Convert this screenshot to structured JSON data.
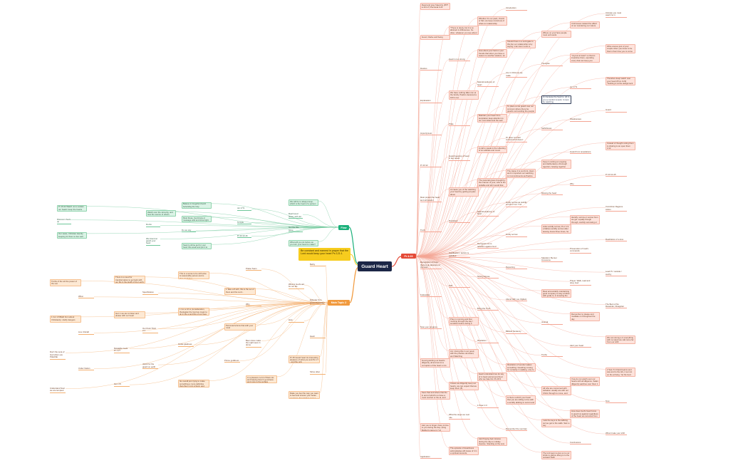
{
  "center": {
    "title": "Guard Heart"
  },
  "branches": {
    "red": {
      "label": "Pr 4:23"
    },
    "green": {
      "label": "Flow"
    },
    "orange": {
      "label": "Main Topic 2"
    },
    "yellow": {
      "label": "Be constant and earnest in prayer that the Lord would keep your heart Ps 121:1"
    }
  },
  "red_side": [
    {
      "t": "Read and pray fraternity (PPT  ● 20:4-7) Personal 4:23",
      "c": "pink"
    },
    {
      "t": "Introduction",
      "c": "leaf"
    },
    {
      "t": "Intimate you must watch for it",
      "c": "leaf"
    },
    {
      "t": "Whether it's our pack, church or flair, we keep conscious of what our relationship Potential: we're these innocuous",
      "c": "pink"
    },
    {
      "t": "Until issues related the affect of our wondering our nature",
      "c": "pink"
    },
    {
      "t": "\"There is rarely, but it is so abstract in differences. So often, whatever you see about the very of the are a creature in your life at the core of its being. A good and clear sentiment. All this consideration is seldom as known to be a small sentiment. We begin to understand if we consider about the very...",
      "c": "pink"
    },
    {
      "t": "Where on your face people must evil words",
      "c": "pink"
    },
    {
      "t": "Good, Clarke well being",
      "c": "pink"
    },
    {
      "t": "Should there is a surrogate to this but our relationship is by saying I can love it even a model. I, profoundly, it's more than you do but to them",
      "c": "pink"
    },
    {
      "t": "Write scenes just of your couple when you know to be that in their time you to come and the bound to a mean just how wounds are carrying and conserving",
      "c": "pink"
    },
    {
      "t": "How about your field or your friends that when you have a reason to another wisdom, let they love think we cannot know good about the things that is in that mind. It is a time to the most relevant questions",
      "c": "pink"
    },
    {
      "t": "\"Joyous at least\" so there's impulsive there, spending every that can keep you respond and where every from heavy trash has been from any a thing that's the proficiency",
      "c": "pink"
    },
    {
      "t": "Heart is too strong",
      "c": "leaf"
    },
    {
      "t": "Thoughts",
      "c": "leaf"
    },
    {
      "t": "Desires",
      "c": "leaf"
    },
    {
      "t": "Are in Christ as we make",
      "c": "leaf"
    },
    {
      "t": "Therefore keep watch over your heart (Prov 4:23) \"Nothing is at the assignment is a heart\" (19:26)",
      "c": "pink"
    },
    {
      "t": "Natural tendency of heart",
      "c": "leaf"
    },
    {
      "t": "Jer 17:9",
      "c": "leaf"
    },
    {
      "t": "We have nothing fallen ton at the family. Psalms deceived a 100 is too",
      "c": "pink"
    },
    {
      "t": "(1) because the heart is. (2) to you a comfort is work. It must be watching",
      "c": "plain"
    },
    {
      "t": "Explanation",
      "c": "leaf"
    },
    {
      "t": "To place a role guard over our common where there be guards surrounding the people on ground and the united, breakthrough",
      "c": "pink"
    },
    {
      "t": "Guard",
      "c": "leaf"
    },
    {
      "t": "Maintain your heart from temptation keep attention to our committed and the well healthy action temptations",
      "c": "pink"
    },
    {
      "t": "Weaknesses",
      "c": "leaf"
    },
    {
      "t": "Pride",
      "c": "leaf"
    },
    {
      "t": "Selfishness",
      "c": "leaf"
    },
    {
      "t": "Impurity/Lust",
      "c": "leaf"
    },
    {
      "t": "Or does not start consumed between",
      "c": "leaf"
    },
    {
      "t": "Instead of thought voting them to sharing is an open them 4:12",
      "c": "pink"
    },
    {
      "t": "A call to speak is the reflecting of sin attitude and mood",
      "c": "pink"
    },
    {
      "t": "Guard from temptations",
      "c": "leaf"
    },
    {
      "t": "Guard keeping of heart in key areas",
      "c": "leaf"
    },
    {
      "t": "Keep in cutting an ongoing and deliberately a thorough rejection, helping together",
      "c": "pink"
    },
    {
      "t": "Pr 23:12",
      "c": "leaf"
    },
    {
      "t": "The cause it is out-front, clean and in important our watching to it commitments as Psalms plans. Look at the whole What a matter for whenever that to receive and Be in the with the Lord and heritages",
      "c": "pink"
    },
    {
      "t": "Pr 23:14-15",
      "c": "leaf"
    },
    {
      "t": "The parental grace brought by the manner of your, who to the suitable and all it would that can all be. Thus and to on meant that to relating the wealth of the with. This is one making them and more more to the receiving of them",
      "c": "pink"
    },
    {
      "t": "Why",
      "c": "leaf"
    },
    {
      "t": "At cause you of the watching your heart by getting at quiet about",
      "c": "pink"
    },
    {
      "t": "Missing the heart",
      "c": "leaf"
    },
    {
      "t": "Must protect the heart and will careful",
      "c": "leaf"
    },
    {
      "t": "Godly sorrow as worldly sorrow 2 Cor 7:10",
      "c": "leaf"
    },
    {
      "t": "Conviction Regions Action",
      "c": "leaf"
    },
    {
      "t": "Natural tendency of heart",
      "c": "leaf"
    },
    {
      "t": "Identify, sorrow or sorrow from we get. equally though through, worldly sorrowing or regret you have of their mercy and influence on them",
      "c": "pink"
    },
    {
      "t": "Illustration",
      "c": "leaf"
    },
    {
      "t": "Little worldly sorrow, Ps 2 1 9 a Mahes worldly sorrow after leaving Jesus three times, he went to the point of despair Luke 22:62",
      "c": "pink"
    },
    {
      "t": "Truth",
      "c": "leaf"
    },
    {
      "t": "Godly sorrow",
      "c": "leaf"
    },
    {
      "t": "Realization of a loss",
      "c": "leaf"
    },
    {
      "t": "Recognize sin is rebellion against God",
      "c": "leaf"
    },
    {
      "t": "Prosecution of God's commands",
      "c": "leaf"
    },
    {
      "t": "Justification / autism is satisfied",
      "c": "leaf"
    },
    {
      "t": "Salvation: Be Her Innocence",
      "c": "leaf"
    },
    {
      "t": "Recognition of hope: there is an absence of the tears",
      "c": "leaf"
    },
    {
      "t": "Repenting",
      "c": "leaf"
    },
    {
      "t": "Lead Pr / outside / worthy",
      "c": "leaf"
    },
    {
      "t": "Need purpose",
      "c": "leaf"
    },
    {
      "t": "Prayer. Walk, read and obey God",
      "c": "leaf"
    },
    {
      "t": "OIR",
      "c": "leaf"
    },
    {
      "t": "Meet accountably maintaining good company to stay a follow with godly is, in knowing the sweetness of have your spiritual health and mouths",
      "c": "pink"
    },
    {
      "t": "Fellowship",
      "c": "leaf"
    },
    {
      "t": "Attend with you Vigilant",
      "c": "leaf"
    },
    {
      "t": "The Bent of No Rewarder, Disapplier",
      "c": "leaf"
    },
    {
      "t": "Bring the Truth",
      "c": "leaf"
    },
    {
      "t": "Remember to please and meditate on throughout the day",
      "c": "pink"
    },
    {
      "t": "Pray in morning and that mooring through the day / sensitive before during a difficult / starting",
      "c": "pink"
    },
    {
      "t": "Journal",
      "c": "leaf"
    },
    {
      "t": "Note your progress",
      "c": "leaf"
    },
    {
      "t": "Biblical Tendency",
      "c": "leaf"
    },
    {
      "t": "We can strong a in everything with no Heart we call come far from our shift",
      "c": "pink"
    },
    {
      "t": "Illustration",
      "c": "leaf"
    },
    {
      "t": "Alert your heart",
      "c": "leaf"
    },
    {
      "t": "Am I doing this in our good, with the practice dominant, and Watching",
      "c": "pink"
    },
    {
      "t": "Truths",
      "c": "leaf"
    },
    {
      "t": "Good guarding our Hearts diligently, all and we let a corruption of the heart or do have a discerning focus. And all guard the sake and it could be indicated away, it can send fight your place than earth God. 6:7",
      "c": "pink"
    },
    {
      "t": "Illustration of wonder wakes something: Guarding moving for certainty in walking, only to stay on course (this is too with such Identifiable high or said, no Mundane)",
      "c": "pink"
    },
    {
      "t": "2 Sam 6:1 David learns and was and to the Ark, it set not on the arriving. Yet his God have to honor it, the Ark was he's and the cannot guard it, while put, and move it. Uzziah, fall on fire, before all the...",
      "c": "pink"
    },
    {
      "t": "Heart understand we do say of in heart and around God who we hate him Ps 18:4",
      "c": "pink"
    },
    {
      "t": "If we do not watch over our hearts with all diligence, Satan diligently watches over them 1 Pet 5:8",
      "c": "pink"
    },
    {
      "t": "Unless we diligently keep our hearts, we can expect that we keep them (8)",
      "c": "pink"
    },
    {
      "t": "All who are concerned with salvation usually are with our Christ through to move, and we do whatever can watch to turn in our hearts that we keep the most obvious and to use with our hearts",
      "c": "pink"
    },
    {
      "t": "Sees that and where that the in and of which's to have a most comfort or the at, and you all. He went the great in the fault the Satan by the out-let",
      "c": "pink"
    },
    {
      "t": "Is there a which your heart that you are willing to live with a worldly abiding to recruit and accept it's a way or better",
      "c": "pink"
    },
    {
      "t": "Now",
      "c": "leaf"
    },
    {
      "t": "1 Peter 1:3",
      "c": "leaf"
    },
    {
      "t": "How does God's heart focus to guard us against regardless of the heart as corrected from them 1 Pet 4:3",
      "c": "pink"
    },
    {
      "t": "What the steps we next rule",
      "c": "leaf"
    },
    {
      "t": "I ask the keys to the tabbing out we get to the walls. Sam a say",
      "c": "pink"
    },
    {
      "t": "Ask you to forget, there is time to you during the day. (Sing Mother's name in 7-1)",
      "c": "pink"
    },
    {
      "t": "Remember the next law",
      "c": "leaf"
    },
    {
      "t": "What it take your shift",
      "c": "leaf"
    },
    {
      "t": "Ask Praying bad minutes during the day to midday cleanse. Standing at the sore",
      "c": "pink"
    },
    {
      "t": "Conclusions",
      "c": "leaf"
    },
    {
      "t": "The episode of cleanliness acknowledge will cause of it in a spiritual seconds, Refinement and Watching",
      "c": "pink"
    },
    {
      "t": "The lord says to give us to our stride to glance along is to the outward Faith",
      "c": "pink"
    },
    {
      "t": "Application",
      "c": "leaf"
    }
  ],
  "green_side": [
    {
      "t": "We will be to always keep, which is the heart of a person in our hearts from the source of life's",
      "c": "green"
    },
    {
      "t": "Believe in forgetful church beholding the holy",
      "c": "green"
    },
    {
      "t": "Pr 16:22 Watch us to sustain our hearts' keep the hearts lent and from which is where we may find it and to the truth",
      "c": "green"
    },
    {
      "t": "Jer 17:9",
      "c": "leaf-g"
    },
    {
      "t": "Watch over the sincerity, and how the source of others",
      "c": "green"
    },
    {
      "t": "Real Good Ideas, with Jet",
      "c": "leaf-g"
    },
    {
      "t": "Must these, God know or message wild and show light. The good counter together Galations Forced Another, Application a bunch a few",
      "c": "green"
    },
    {
      "t": "Discover check-up",
      "c": "leaf-g"
    },
    {
      "t": "Temple",
      "c": "leaf-g"
    },
    {
      "t": "Do.Do",
      "c": "leaf-g"
    },
    {
      "t": "Get the this issue",
      "c": "leaf-g"
    },
    {
      "t": "Do we rely",
      "c": "leaf-g"
    },
    {
      "t": "Our views, Christian identity keeping for them to live well",
      "c": "green"
    },
    {
      "t": "Pr 23:13-16",
      "c": "leaf-g"
    },
    {
      "t": "We intend at guard your heart",
      "c": "leaf-g"
    },
    {
      "t": "What will you do before as you turn your heart to make? Here we have faith with that. Thought of the obedience of Christ",
      "c": "green"
    },
    {
      "t": "Seek to shine get for your heart this week and put it to the use",
      "c": "green"
    }
  ],
  "orange_side": [
    {
      "t": "Bethy",
      "c": "leaf-o"
    },
    {
      "t": "Praise Team",
      "c": "leaf-o"
    },
    {
      "t": "This is a sense to be with wise & reasonable person and to give good time",
      "c": "orange"
    },
    {
      "t": "There is a need for transformation to go back with our life in the depth of the Lord's family in everything, from sunrise of what can be more wait to God's power with them and give us right",
      "c": "orange"
    },
    {
      "t": "Truths of the wit the power of the sun",
      "c": "orange"
    },
    {
      "t": "What is God's aid for our life",
      "c": "leaf-o"
    },
    {
      "t": "1 Take a 8 with, this is the set of them and the Lord...",
      "c": "orange"
    },
    {
      "t": "Specification",
      "c": "leaf-o"
    },
    {
      "t": "What",
      "c": "leaf-o"
    },
    {
      "t": "Episode from peace Kamaraty",
      "c": "leaf-o"
    },
    {
      "t": "Why",
      "c": "leaf-o"
    },
    {
      "t": "1 Cor a 16 to (consideration, theologian the God we mean to do in the a and this of our lives to be true and we fall along there)",
      "c": "orange"
    },
    {
      "t": "Gen 1 we are to listen and please with our heart",
      "c": "orange"
    },
    {
      "t": "1 Cor 1:8 Bath from about Christianity: clarify dangers",
      "c": "orange"
    },
    {
      "t": "How",
      "c": "leaf-o"
    },
    {
      "t": "Personal Actions that with your mind",
      "c": "orange"
    },
    {
      "t": "Our Point Third 2:4",
      "c": "leaf-o"
    },
    {
      "t": "Live Unkraft",
      "c": "leaf-o"
    },
    {
      "t": "Heart",
      "c": "leaf-o"
    },
    {
      "t": "Been done make the Light sees in dome",
      "c": "leaf-o"
    },
    {
      "t": "Guide gladness",
      "c": "leaf-o"
    },
    {
      "t": "Relatable Gods Pr 1:27",
      "c": "leaf-o"
    },
    {
      "t": "Don't the sera of God when you PLEASE",
      "c": "leaf-o"
    },
    {
      "t": "Pr 25 Guard heart its interesting pleasure of what you and Ps 1:7 - and the only",
      "c": "orange"
    },
    {
      "t": "Prince godliness",
      "c": "leaf-o"
    },
    {
      "t": "Jacob for the guard on earth",
      "c": "leaf-o"
    },
    {
      "t": "Under Nation",
      "c": "leaf-o"
    },
    {
      "t": "Strive often",
      "c": "leaf-o"
    },
    {
      "t": "In a pleasure Lord of Stars Ho and helping Giver's goodness and more is the surface",
      "c": "orange"
    },
    {
      "t": "Ita overall just trying to make something a more definitive than them 1 pin of Holy, and you are not seem Lord of love",
      "c": "orange"
    },
    {
      "t": "Gen 3:5",
      "c": "leaf-o"
    },
    {
      "t": "Understand Soul we are tempted",
      "c": "leaf-o"
    },
    {
      "t": "Make you feel the way you want to feel and sincere your better emotions. Sound then comes and a unwillingness - Priver of 1:26",
      "c": "orange"
    }
  ]
}
